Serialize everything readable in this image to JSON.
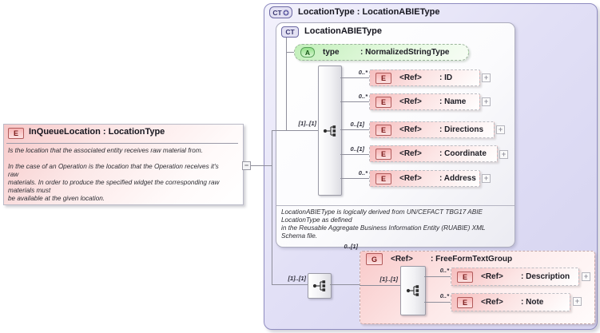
{
  "left_box": {
    "badge": "E",
    "title": "InQueueLocation : LocationType",
    "description_lines": [
      "Is the location that the associated entity receives raw material from.",
      "",
      "In the case of an Operation is the location that the Operation receives it's",
      "raw",
      "materials. In order to produce the specified widget the corresponding raw",
      "materials must",
      "be available at the given location."
    ]
  },
  "outer_box": {
    "badge": "CT",
    "title": "LocationType : LocationABIEType"
  },
  "inner_box": {
    "badge": "CT",
    "title": "LocationABIEType",
    "attribute": {
      "badge": "A",
      "name": "type",
      "type": ": NormalizedStringType"
    },
    "sequence_cardinality": "[1]..[1]",
    "elements": [
      {
        "badge": "E",
        "ref": "<Ref>",
        "name": ": ID",
        "cardinality": "0..*"
      },
      {
        "badge": "E",
        "ref": "<Ref>",
        "name": ": Name",
        "cardinality": "0..*"
      },
      {
        "badge": "E",
        "ref": "<Ref>",
        "name": ": Directions",
        "cardinality": "0..[1]"
      },
      {
        "badge": "E",
        "ref": "<Ref>",
        "name": ": Coordinate",
        "cardinality": "0..[1]"
      },
      {
        "badge": "E",
        "ref": "<Ref>",
        "name": ": Address",
        "cardinality": "0..*"
      }
    ],
    "note_lines": [
      "LocationABIEType is logically derived from UN/CEFACT TBG17 ABIE",
      "LocationType as defined",
      "in the Reusable Aggregate Business Information Entity (RUABIE) XML",
      "Schema file."
    ]
  },
  "group_box": {
    "cardinality": "0..[1]",
    "badge": "G",
    "ref": "<Ref>",
    "name": ": FreeFormTextGroup",
    "trunk_sequence_cardinality": "[1]..[1]",
    "inner_sequence_cardinality": "[1]..[1]",
    "elements": [
      {
        "badge": "E",
        "ref": "<Ref>",
        "name": ": Description",
        "cardinality": "0..*"
      },
      {
        "badge": "E",
        "ref": "<Ref>",
        "name": ": Note",
        "cardinality": "0..*"
      }
    ]
  },
  "icons": {
    "collapse": "−",
    "expand": "+"
  },
  "colors": {
    "outer_box_fill": "#dad8f3",
    "outer_box_border": "#8f8cc0",
    "element_fill": "#f6bfbf",
    "attribute_fill": "#bfeeb7",
    "badge_e_text": "#7a1818",
    "badge_a_text": "#175517",
    "badge_ct_text": "#38356f",
    "line": "#8f8f9b"
  }
}
